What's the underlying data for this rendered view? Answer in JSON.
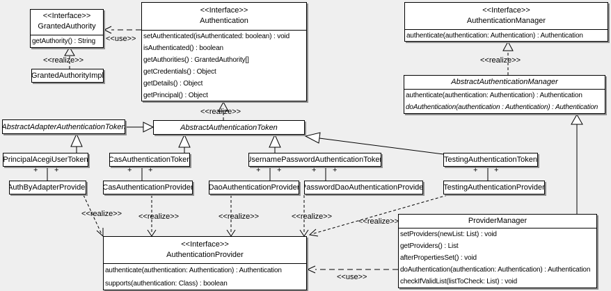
{
  "labels": {
    "use": "<<use>>",
    "realize": "<<realize>>",
    "plus": "+"
  },
  "colors": {
    "background": "#efefef",
    "box_fill": "#ffffff",
    "border": "#000000",
    "shadow": "#909090"
  },
  "classes": {
    "granted_authority": {
      "stereotype": "<<Interface>>",
      "name": "GrantedAuthority",
      "methods": [
        "getAuthority() : String"
      ]
    },
    "granted_authority_impl": {
      "name": "GrantedAuthorityImpl"
    },
    "authentication": {
      "stereotype": "<<Interface>>",
      "name": "Authentication",
      "methods": [
        "setAuthenticated(isAuthenticated: boolean) : void",
        "isAuthenticated() : boolean",
        "getAuthorities() : GrantedAuthority[]",
        "getCredentials() : Object",
        "getDetails() : Object",
        "getPrincipal() : Object"
      ]
    },
    "authentication_manager": {
      "stereotype": "<<Interface>>",
      "name": "AuthenticationManager",
      "methods": [
        "authenticate(authentication: Authentication) : Authentication"
      ]
    },
    "abstract_authentication_manager": {
      "name": "AbstractAuthenticationManager",
      "methods": [
        "authenticate(authentication: Authentication) : Authentication",
        "doAuthentication(authentication : Authentication) : Authentication"
      ]
    },
    "abstract_adapter_authentication_token": {
      "name": "AbstractAdapterAuthenticationToken"
    },
    "abstract_authentication_token": {
      "name": "AbstractAuthenticationToken"
    },
    "principal_acegi_user_token": {
      "name": "PrincipalAcegiUserToken"
    },
    "cas_authentication_token": {
      "name": "CasAuthenticationToken"
    },
    "username_password_authentication_token": {
      "name": "UsernamePasswordAuthenticationToken"
    },
    "testing_authentication_token": {
      "name": "TestingAuthenticationToken"
    },
    "auth_by_adapter_provider": {
      "name": "AuthByAdapterProvider"
    },
    "cas_authentication_provider": {
      "name": "CasAuthenticationProvider"
    },
    "dao_authentication_provider": {
      "name": "DaoAuthenticationProvider"
    },
    "password_dao_authentication_provider": {
      "name": "PasswordDaoAuthenticationProvider"
    },
    "testing_authentication_provider": {
      "name": "TestingAuthenticationProvider"
    },
    "authentication_provider": {
      "stereotype": "<<Interface>>",
      "name": "AuthenticationProvider",
      "methods": [
        "authenticate(authentication: Authentication) : Authentication",
        "supports(authentication: Class) : boolean"
      ]
    },
    "provider_manager": {
      "name": "ProviderManager",
      "methods": [
        "setProviders(newList: List) : void",
        "getProviders() : List",
        "afterPropertiesSet() : void",
        "doAuthentication(authentication: Authentication) : Authentication",
        "checkIfValidList(listToCheck: List) : void"
      ]
    }
  }
}
